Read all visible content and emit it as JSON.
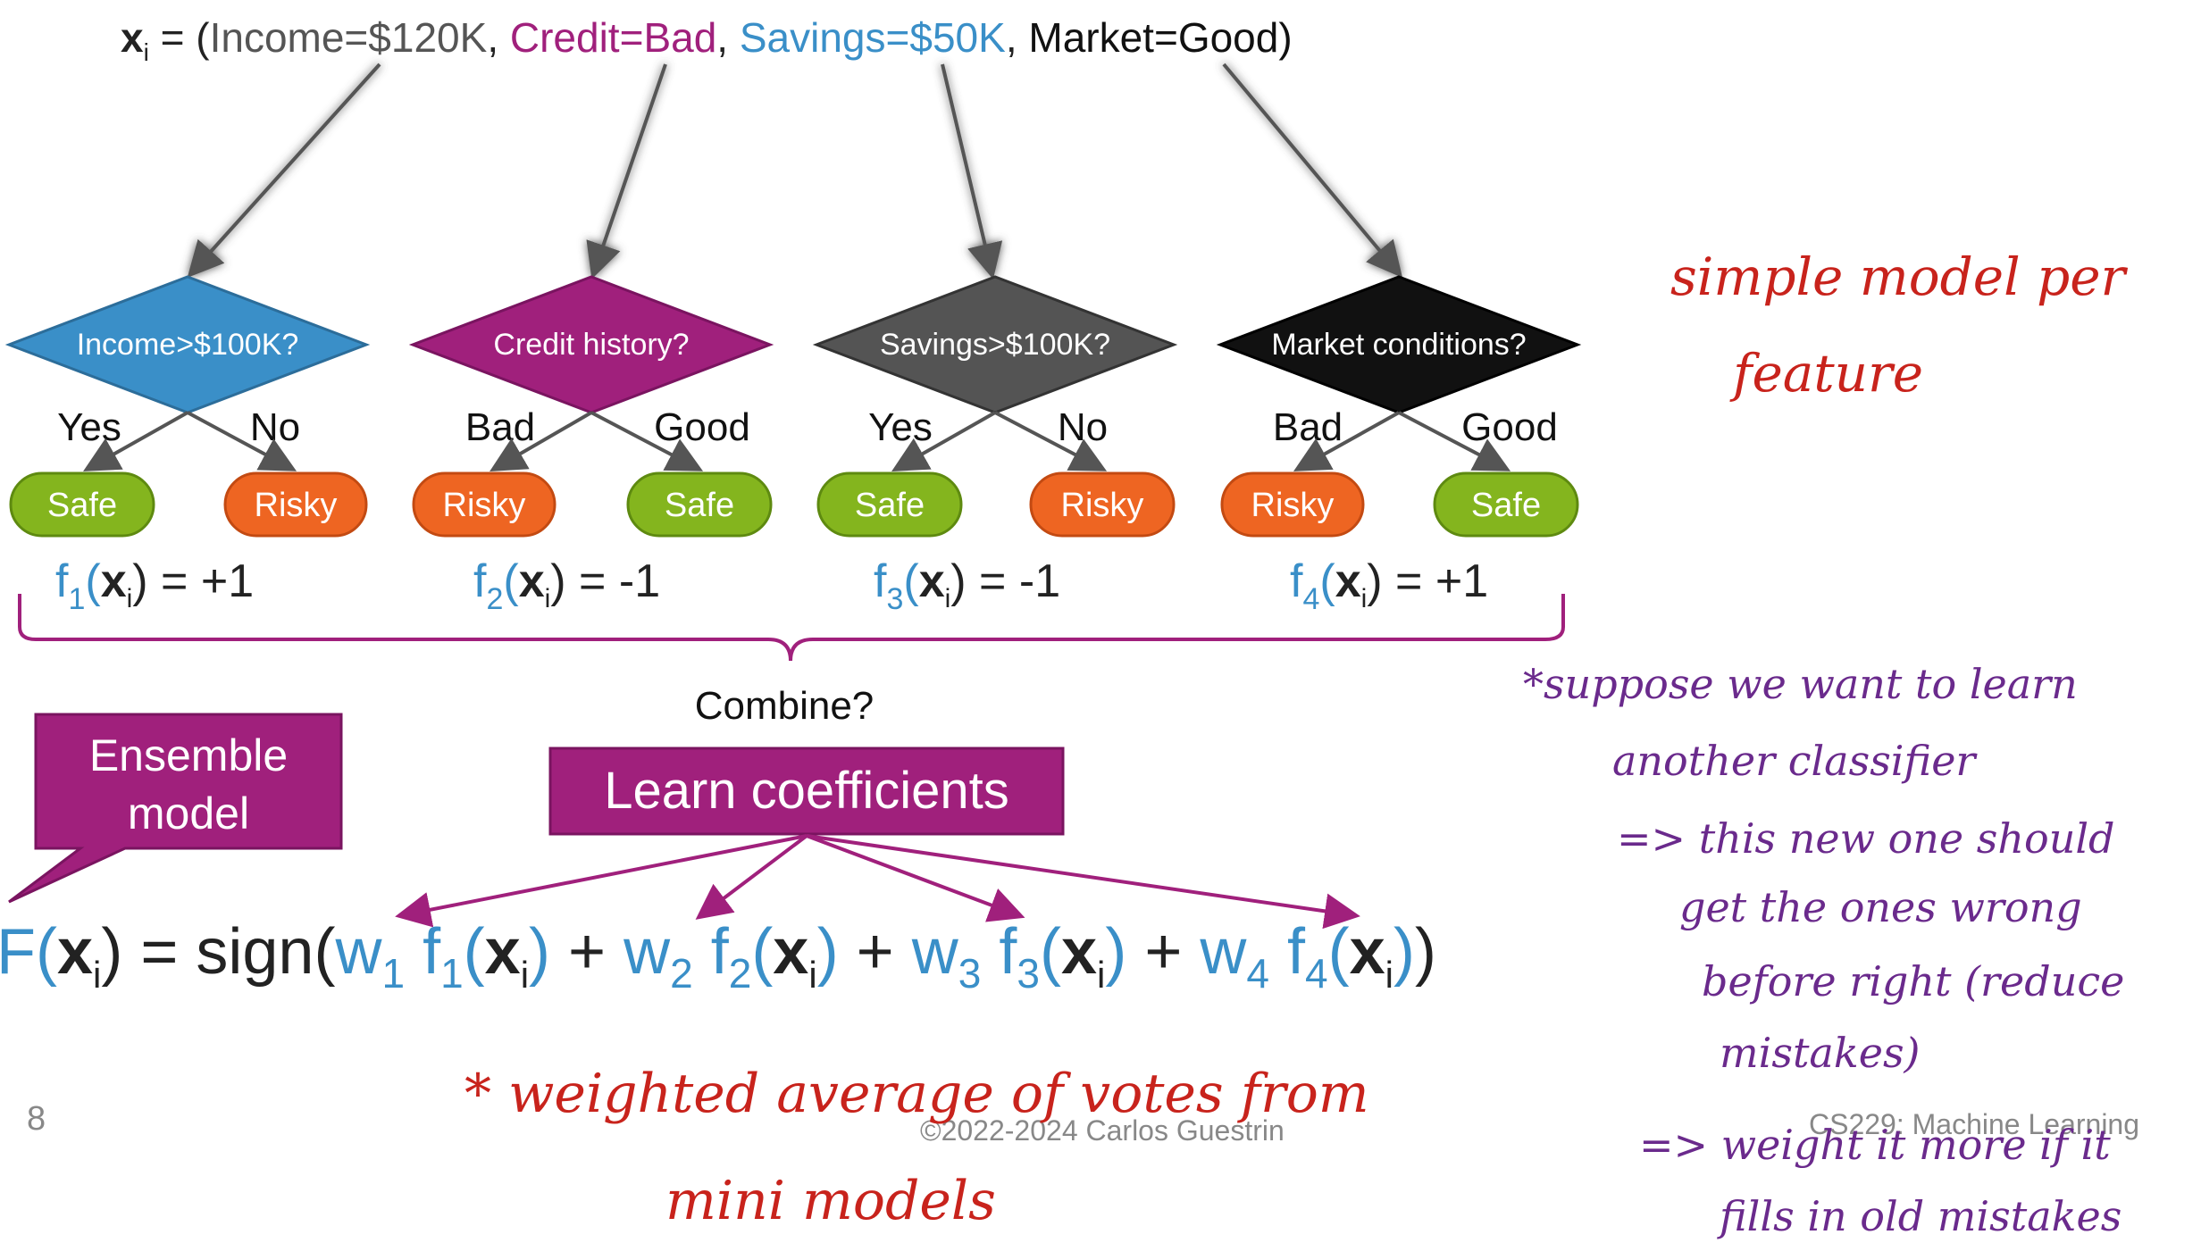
{
  "example": {
    "x_symbol": "x",
    "x_sub": "i",
    "eq_open": " = (",
    "income": "Income=$120K",
    "sep1": ", ",
    "credit": "Credit=Bad",
    "sep2": ", ",
    "savings": "Savings=$50K",
    "sep3": ", ",
    "market": "Market=Good)"
  },
  "trees": [
    {
      "question": "Income>$100K?",
      "left_branch": "Yes",
      "right_branch": "No",
      "left_leaf": "Safe",
      "right_leaf": "Risky",
      "f": "f",
      "f_sub": "1",
      "result": ") = +1"
    },
    {
      "question": "Credit history?",
      "left_branch": "Bad",
      "right_branch": "Good",
      "left_leaf": "Risky",
      "right_leaf": "Safe",
      "f": "f",
      "f_sub": "2",
      "result": ") = -1"
    },
    {
      "question": "Savings>$100K?",
      "left_branch": "Yes",
      "right_branch": "No",
      "left_leaf": "Safe",
      "right_leaf": "Risky",
      "f": "f",
      "f_sub": "3",
      "result": ") = -1"
    },
    {
      "question": "Market conditions?",
      "left_branch": "Bad",
      "right_branch": "Good",
      "left_leaf": "Risky",
      "right_leaf": "Safe",
      "f": "f",
      "f_sub": "4",
      "result": ") = +1"
    }
  ],
  "combine": "Combine?",
  "ensemble_callout": [
    "Ensemble",
    "model"
  ],
  "learn_box": "Learn coefficients",
  "formula": {
    "F": "F",
    "lhs_tail": ") = sign(",
    "w": "w",
    "f": "f",
    "x": "x",
    "sub_i": "i",
    "plus": " + ",
    "close": ")"
  },
  "footer": {
    "page_number": "8",
    "copyright": "©2022-2024 Carlos Guestrin",
    "course": "CS229: Machine Learning"
  },
  "annotations": {
    "right_top": [
      "simple model per",
      "feature"
    ],
    "right_mid": [
      "*suppose we want to learn",
      "another classifier",
      "=> this new one should",
      "get the ones wrong",
      "before right (reduce",
      "mistakes)",
      "=> weight it more if it",
      "fills in old mistakes"
    ],
    "bottom": [
      "* weighted average of votes from",
      "mini models"
    ]
  },
  "colors": {
    "blue": "#3a8fc8",
    "magenta": "#a0207c",
    "gray_node": "#545454",
    "black_node": "#111111",
    "safe_green": "#84b51e",
    "risky_orange": "#ee6522",
    "ink_red": "#c8231c",
    "ink_purple": "#6a2a8c"
  }
}
